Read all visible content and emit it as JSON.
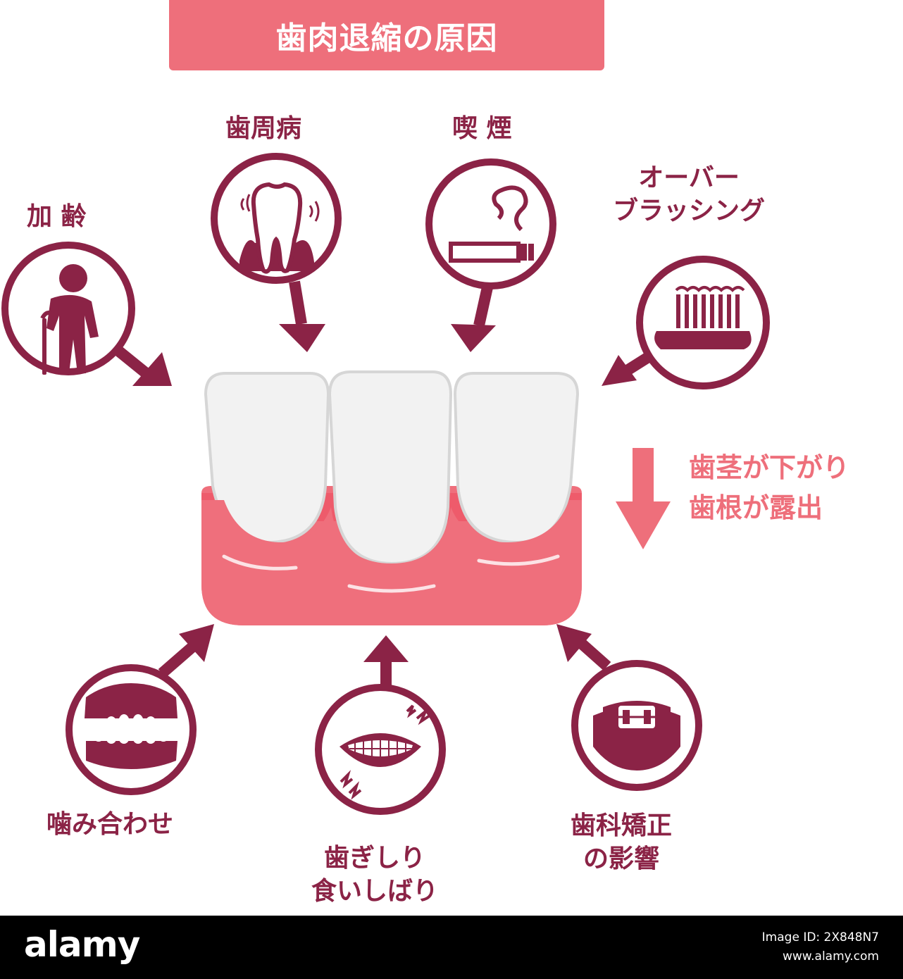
{
  "title": "歯肉退縮の原因",
  "causes": {
    "aging": "加 齢",
    "periodontal": "歯周病",
    "smoking": "喫 煙",
    "overbrushing": [
      "オーバー",
      "ブラッシング"
    ],
    "bite": "噛み合わせ",
    "bruxism": [
      "歯ぎしり",
      "食いしばり"
    ],
    "orthodontics": [
      "歯科矯正",
      "の影響"
    ]
  },
  "effect": [
    "歯茎が下がり",
    "歯根が露出"
  ],
  "colors": {
    "brand": "#8b2346",
    "accent": "#ee6f7b",
    "gum": "#ef6f7c",
    "tooth": "#f2f2f2"
  },
  "icons": [
    "elderly-person-icon",
    "shaking-tooth-icon",
    "cigarette-icon",
    "toothbrush-icon",
    "dentures-icon",
    "clenched-teeth-icon",
    "braces-icon"
  ],
  "footer": {
    "logo": "alamy",
    "image_id_line": "Image ID: 2X848N7",
    "url": "www.alamy.com"
  }
}
